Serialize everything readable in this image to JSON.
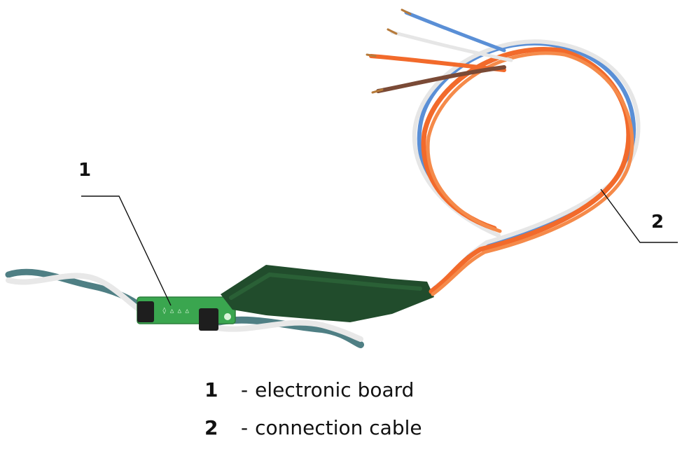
{
  "callouts": [
    {
      "number": "1"
    },
    {
      "number": "2"
    }
  ],
  "legend": [
    {
      "number": "1",
      "dash": "-",
      "text": "electronic board"
    },
    {
      "number": "2",
      "dash": "-",
      "text": "connection cable"
    }
  ],
  "colors": {
    "shrink_tube": "#214c2c",
    "pcb": "#3aa64f",
    "wire_orange": "#f26a2b",
    "wire_blue": "#5a8fd6",
    "wire_white": "#e6e6e6",
    "wire_brown": "#7a4a36",
    "twisted_teal": "#4f7f84",
    "leader": "#111111"
  }
}
